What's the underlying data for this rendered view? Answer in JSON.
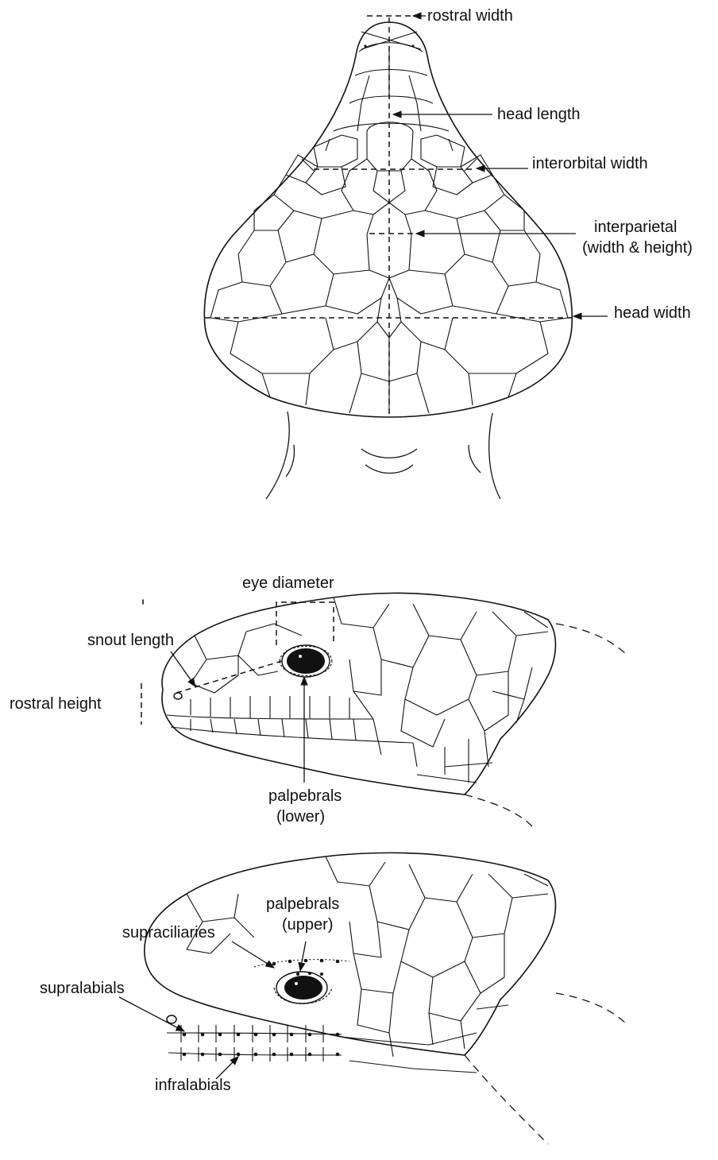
{
  "labels": {
    "rostral_width": "rostral width",
    "head_length": "head length",
    "interorbital_width": "interorbital width",
    "interparietal_1": "interparietal",
    "interparietal_2": "(width & height)",
    "head_width": "head width",
    "eye_diameter": "eye diameter",
    "snout_length": "snout length",
    "rostral_height": "rostral height",
    "palpebrals_lower_1": "palpebrals",
    "palpebrals_lower_2": "(lower)",
    "palpebrals_upper_1": "palpebrals",
    "palpebrals_upper_2": "(upper)",
    "supraciliaries": "supraciliaries",
    "supralabials": "supralabials",
    "infralabials": "infralabials"
  }
}
